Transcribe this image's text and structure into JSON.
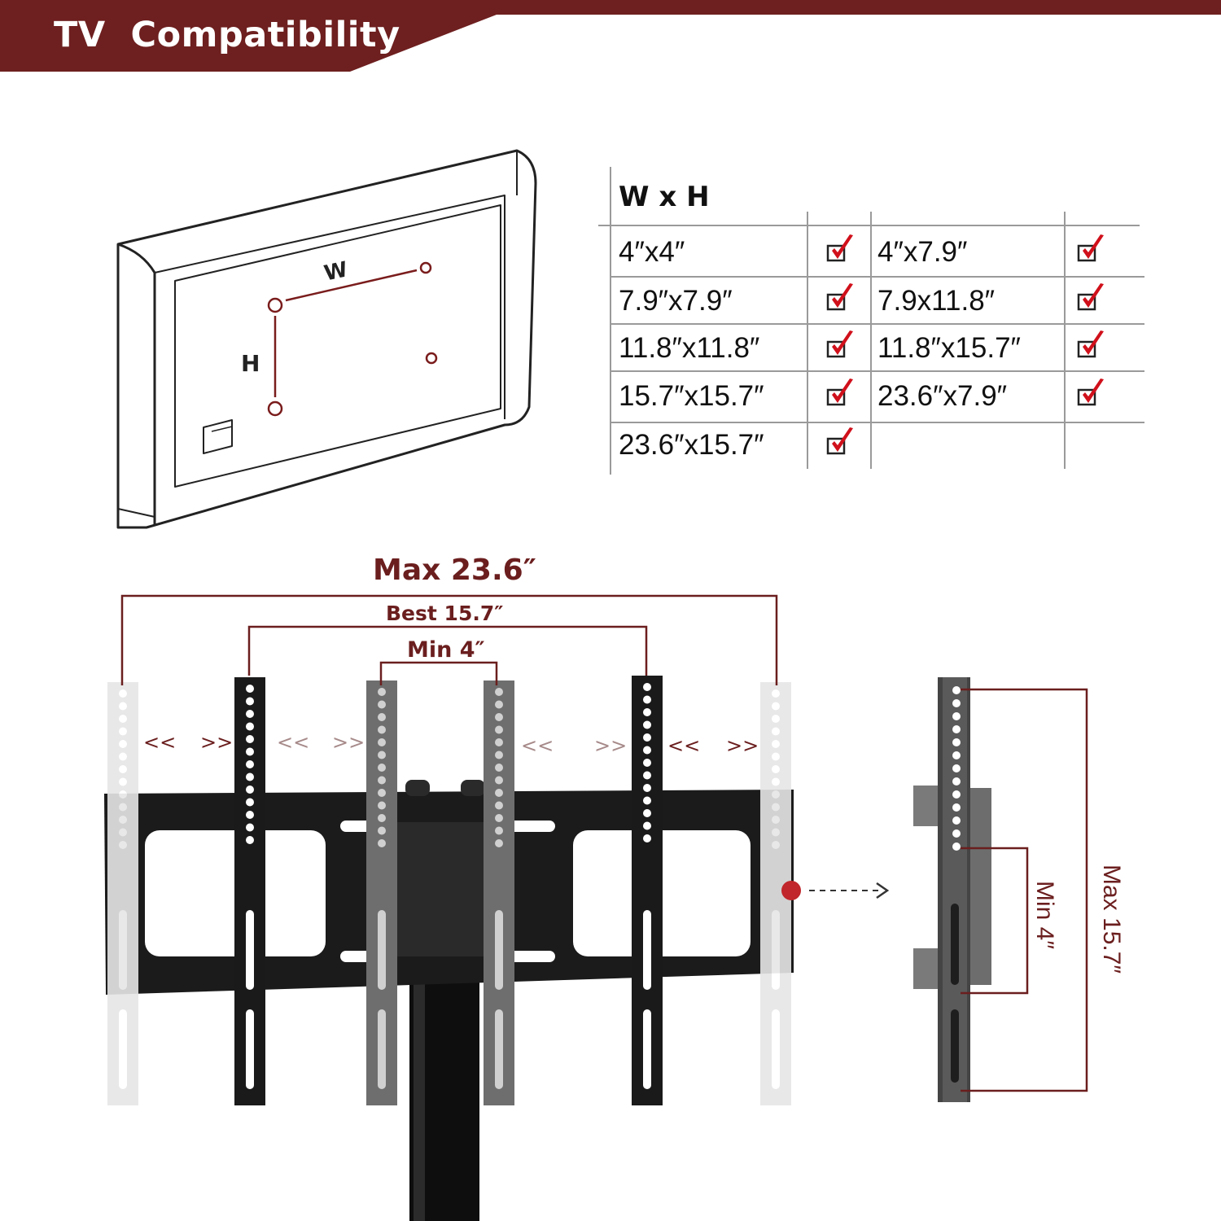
{
  "banner": {
    "title": "TV  Compatibility",
    "color": "#6e1f1f"
  },
  "tv_diagram": {
    "width_label": "W",
    "height_label": "H"
  },
  "table": {
    "header": "W x H",
    "rows": [
      [
        {
          "size": "4″x4″",
          "checked": true
        },
        {
          "size": "4″x7.9″",
          "checked": true
        }
      ],
      [
        {
          "size": "7.9″x7.9″",
          "checked": true
        },
        {
          "size": "7.9x11.8″",
          "checked": true
        }
      ],
      [
        {
          "size": "11.8″x11.8″",
          "checked": true
        },
        {
          "size": "11.8″x15.7″",
          "checked": true
        }
      ],
      [
        {
          "size": "15.7″x15.7″",
          "checked": true
        },
        {
          "size": "23.6″x7.9″",
          "checked": true
        }
      ],
      [
        {
          "size": "23.6″x15.7″",
          "checked": true
        },
        null
      ]
    ],
    "check_color": "#d0101b"
  },
  "mount": {
    "max_width_label": "Max 23.6″",
    "best_width_label": "Best 15.7″",
    "min_width_label": "Min 4″",
    "side_min_label": "Min 4″",
    "side_max_label": "Max 15.7″",
    "arrows": [
      "<<",
      ">>",
      "<<",
      ">>",
      "<<",
      ">>",
      "<<",
      ">>"
    ],
    "accent_color": "#6b1e1e"
  }
}
